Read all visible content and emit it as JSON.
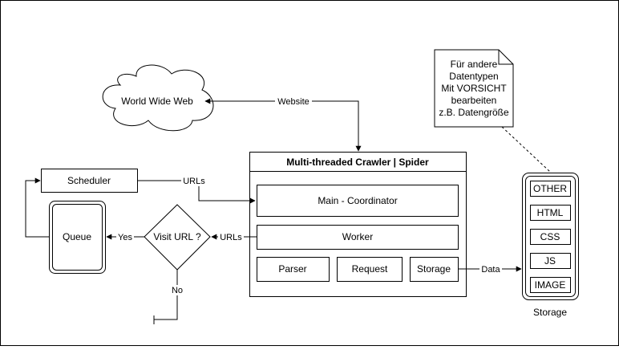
{
  "diagram": {
    "cloud_label": "World Wide Web",
    "note_lines": [
      "Für andere",
      "Datentypen",
      "Mit VORSICHT",
      "bearbeiten",
      "z.B. Datengröße"
    ],
    "crawler_title": "Multi-threaded Crawler | Spider",
    "main_coordinator": "Main - Coordinator",
    "worker": "Worker",
    "parser": "Parser",
    "request": "Request",
    "storage_inner": "Storage",
    "scheduler": "Scheduler",
    "queue": "Queue",
    "decision": "Visit URL ?",
    "edge_website": "Website",
    "edge_urls_top": "URLs",
    "edge_urls_worker": "URLs",
    "edge_yes": "Yes",
    "edge_no": "No",
    "edge_data": "Data",
    "storage_items": [
      "OTHER",
      "HTML",
      "CSS",
      "JS",
      "IMAGE"
    ],
    "storage_caption": "Storage"
  }
}
